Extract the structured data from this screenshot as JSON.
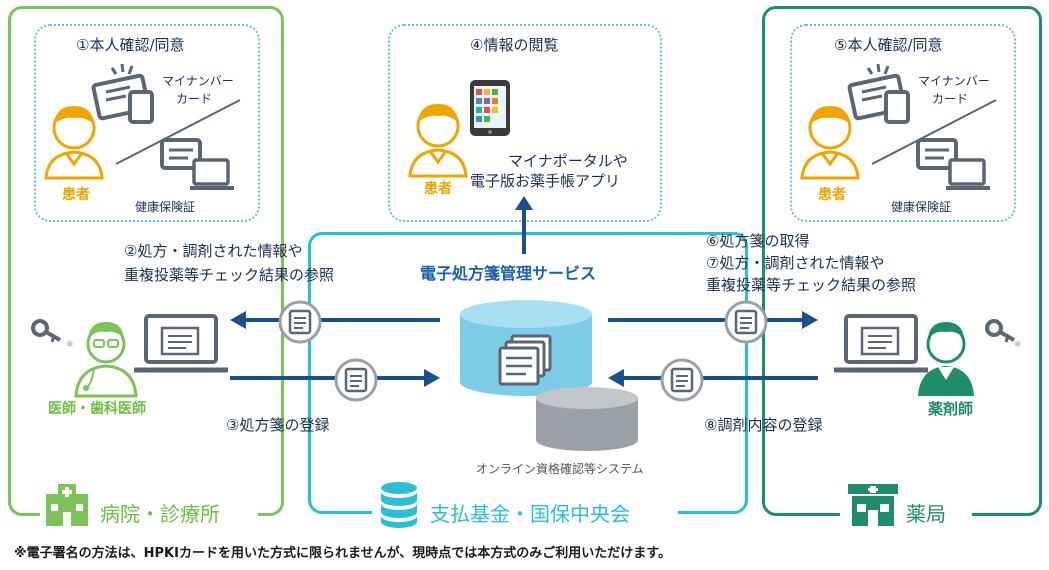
{
  "left_panel": {
    "step1": "①本人確認/同意",
    "mynumber_card": [
      "マイナンバー",
      "カード"
    ],
    "insurance_card": "健康保険証",
    "patient_label": "患者",
    "step2": [
      "②処方・調剤された情報や",
      "重複投薬等チェック結果の参照"
    ],
    "step3": "③処方箋の登録",
    "doctor_label": "医師・歯科医師",
    "mark": "※",
    "footer": "病院・診療所"
  },
  "center_panel": {
    "step4": "④情報の閲覧",
    "patient_label": "患者",
    "app_text": [
      "マイナポータルや",
      "電子版お薬手帳アプリ"
    ],
    "service_title": "電子処方箋管理サービス",
    "online_system": "オンライン資格確認等システム",
    "footer": "支払基金・国保中央会"
  },
  "right_panel": {
    "step5": "⑤本人確認/同意",
    "mynumber_card": [
      "マイナンバー",
      "カード"
    ],
    "insurance_card": "健康保険証",
    "patient_label": "患者",
    "step6": "⑥処方箋の取得",
    "step7": [
      "⑦処方・調剤された情報や",
      "重複投薬等チェック結果の参照"
    ],
    "step8": "⑧調剤内容の登録",
    "pharmacist_label": "薬剤師",
    "mark": "※",
    "footer": "薬局"
  },
  "note": "※電子署名の方法は、HPKIカードを用いた方式に限られませんが、現時点では本方式のみご利用いただけます。",
  "colors": {
    "hospital": "#7dc35a",
    "pharmacy": "#1f8c6a",
    "fund": "#2bbfd4",
    "arrow": "#1b4f8c",
    "patient": "#f0a500"
  }
}
